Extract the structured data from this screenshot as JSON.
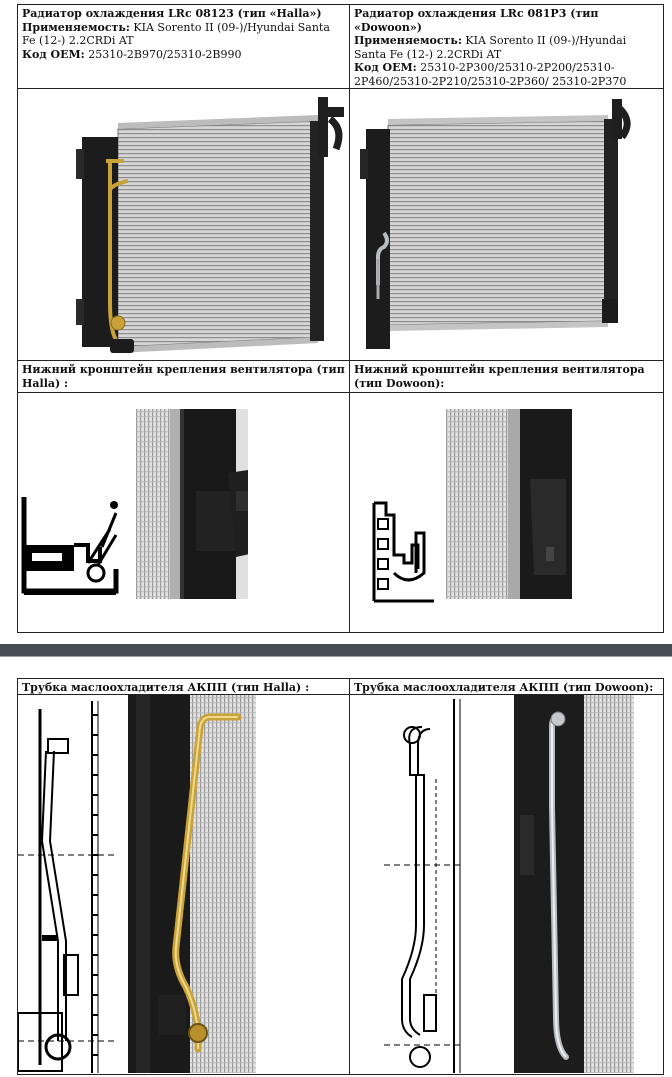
{
  "top_table": {
    "left": {
      "title": "Радиатор охлаждения LRc 08123 (тип «Halla»)",
      "applicability_label": "Применяемость:",
      "applicability_value": " KIA Sorento II (09-)/Hyundai Santa Fe (12-) 2.2CRDi AT",
      "oem_label": "Код ОЕМ:",
      "oem_value": " 25310-2B970/25310-2B990"
    },
    "right": {
      "title": "Радиатор охлаждения LRc 081P3 (тип «Dowoon»)",
      "applicability_label": "Применяемость:",
      "applicability_value": " KIA Sorento II (09-)/Hyundai Santa Fe (12-) 2.2CRDi AT",
      "oem_label": "Код ОЕМ:",
      "oem_value": " 25310-2P300/25310-2P200/25310-2P460/25310-2P210/25310-2P360/ 25310-2P370"
    },
    "bracket_left_title": "Нижний кронштейн крепления вентилятора (тип Halla) :",
    "bracket_right_title": "Нижний кронштейн крепления вентилятора (тип Dowoon):"
  },
  "bottom_table": {
    "left_title": "Трубка маслоохладителя АКПП (тип Halla) :",
    "right_title": "Трубка маслоохладителя АКПП (тип Dowoon):"
  },
  "colors": {
    "band": "#474c52",
    "brass": "#c9a23a",
    "plastic": "#1b1b1b",
    "core": "#c9c9c9"
  }
}
